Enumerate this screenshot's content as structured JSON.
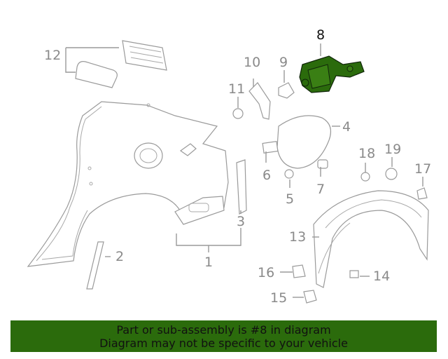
{
  "diagram": {
    "callouts": [
      "1",
      "2",
      "3",
      "4",
      "5",
      "6",
      "7",
      "8",
      "9",
      "10",
      "11",
      "12",
      "13",
      "14",
      "15",
      "16",
      "17",
      "18",
      "19"
    ],
    "highlighted_callout": "8",
    "highlight_color": "#2b6b0c"
  },
  "banner": {
    "line1": "Part or sub-assembly is #8 in diagram",
    "line2": "Diagram may not be specific to your vehicle",
    "background": "#2b6b0c"
  }
}
